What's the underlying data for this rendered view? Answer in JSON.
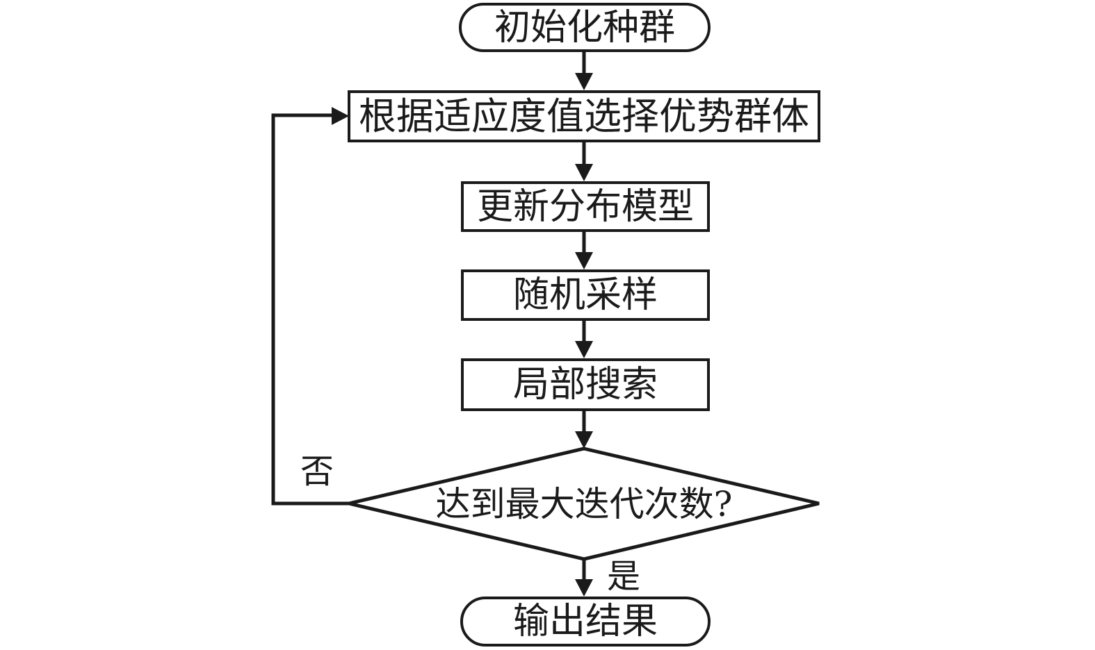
{
  "flowchart": {
    "nodes": {
      "start": {
        "label": "初始化种群",
        "shape": "terminator"
      },
      "select_elite": {
        "label": "根据适应度值选择优势群体",
        "shape": "process"
      },
      "update_model": {
        "label": "更新分布模型",
        "shape": "process"
      },
      "random_sampling": {
        "label": "随机采样",
        "shape": "process"
      },
      "local_search": {
        "label": "局部搜索",
        "shape": "process"
      },
      "max_iterations": {
        "label": "达到最大迭代次数?",
        "shape": "decision"
      },
      "output": {
        "label": "输出结果",
        "shape": "terminator"
      }
    },
    "branch_labels": {
      "no": "否",
      "yes": "是"
    },
    "colors": {
      "line": "#1a1a1a",
      "text": "#1a1a1a",
      "background": "#ffffff"
    }
  }
}
